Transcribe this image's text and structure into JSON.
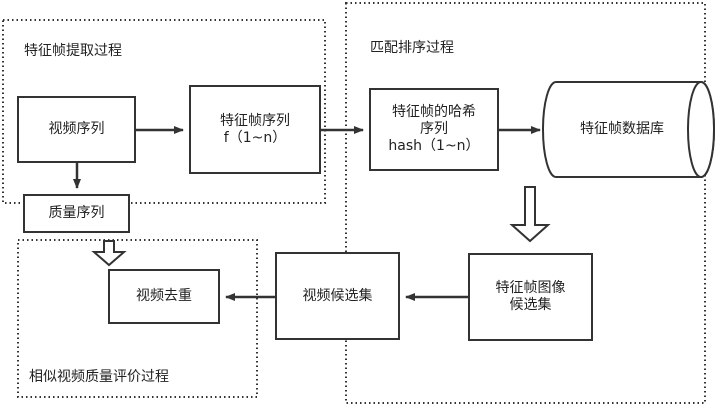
{
  "groups": {
    "extraction": "特征帧提取过程",
    "matching": "匹配排序过程",
    "evaluation": "相似视频质量评价过程"
  },
  "nodes": {
    "video_sequence": "视频序列",
    "feature_frame_seq": [
      "特征帧序列",
      "f（1~n）"
    ],
    "quality_sequence": "质量序列",
    "hash_seq": [
      "特征帧的哈希",
      "序列",
      "hash（1~n）"
    ],
    "feature_db": "特征帧数据库",
    "image_candidates": [
      "特征帧图像",
      "候选集"
    ],
    "video_candidates": "视频候选集",
    "dedup": "视频去重"
  },
  "colors": {
    "stroke": "#333333"
  }
}
